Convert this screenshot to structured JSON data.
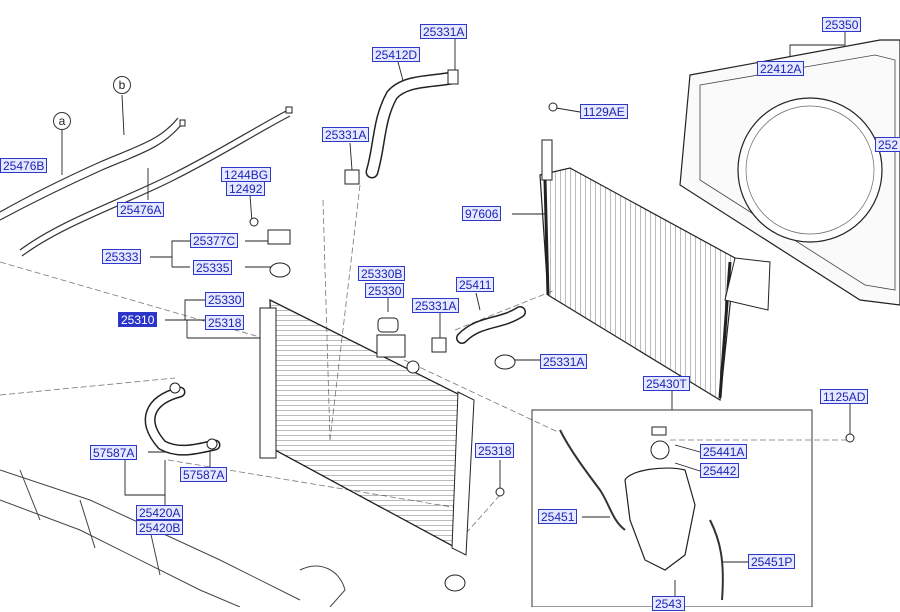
{
  "callouts": {
    "a": "a",
    "b": "b"
  },
  "parts": {
    "p25331A_top": "25331A",
    "p25412D": "25412D",
    "p25350": "25350",
    "p22412A": "22412A",
    "p1129AE": "1129AE",
    "p252_edge": "252",
    "p25476B": "25476B",
    "p25331A_left": "25331A",
    "p1244BG": "1244BG",
    "p12492": "12492",
    "p25476A": "25476A",
    "p97606": "97606",
    "p25377C": "25377C",
    "p25333": "25333",
    "p25335": "25335",
    "p25330B": "25330B",
    "p25330_mid": "25330",
    "p25411": "25411",
    "p25330": "25330",
    "p25331A_mid": "25331A",
    "p25310": "25310",
    "p25318_top": "25318",
    "p25331A_right": "25331A",
    "p25430T": "25430T",
    "p1125AD": "1125AD",
    "p57587A_l": "57587A",
    "p25441A": "25441A",
    "p25442": "25442",
    "p25318_mid": "25318",
    "p57587A_r": "57587A",
    "p25451": "25451",
    "p25420A": "25420A",
    "p25420B": "25420B",
    "p25451P": "25451P",
    "p2543_bottom": "2543"
  }
}
